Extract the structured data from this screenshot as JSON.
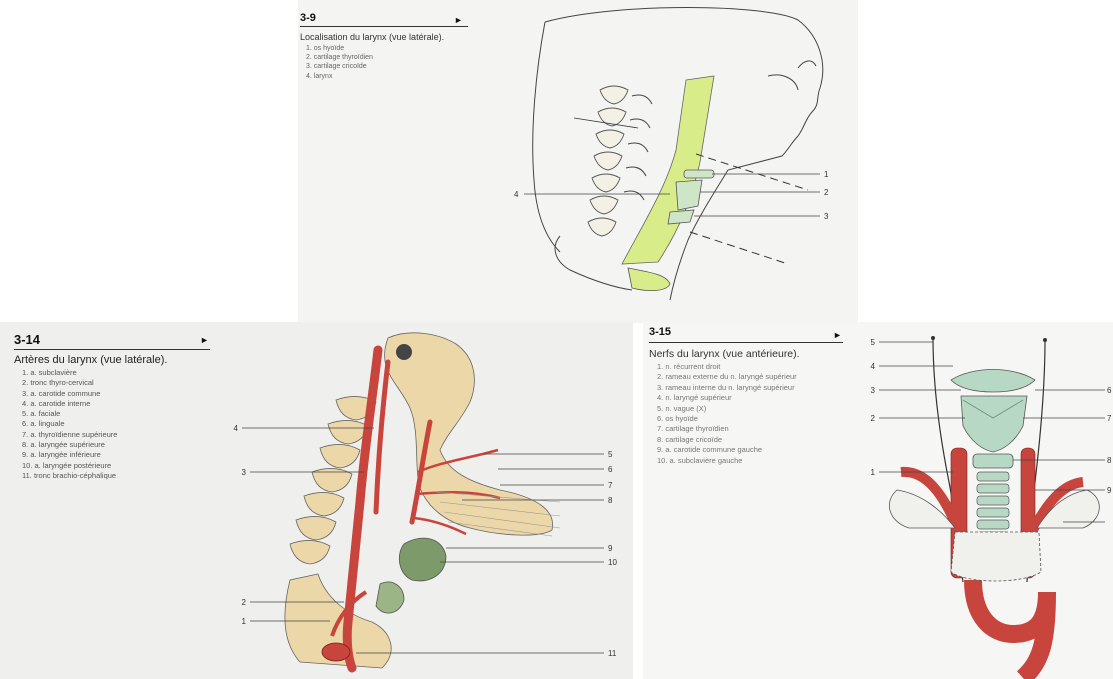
{
  "figures": [
    {
      "number": "3-9",
      "arrow": "►",
      "title": "Localisation du larynx (vue latérale).",
      "legend": [
        "1. os hyoïde",
        "2. cartilage thyroïdien",
        "3. cartilage cricoïde",
        "4. larynx"
      ],
      "callouts": [
        "1",
        "2",
        "3",
        "4"
      ]
    },
    {
      "number": "3-14",
      "arrow": "►",
      "title": "Artères du larynx (vue latérale).",
      "legend": [
        "1. a. subclavière",
        "2. tronc thyro-cervical",
        "3. a. carotide commune",
        "4. a. carotide interne",
        "5. a. faciale",
        "6. a. linguale",
        "7. a. thyroïdienne supérieure",
        "8. a. laryngée supérieure",
        "9. a. laryngée inférieure",
        "10. a. laryngée postérieure",
        "11. tronc brachio-céphalique"
      ],
      "callouts": [
        "4",
        "3",
        "2",
        "1",
        "5",
        "6",
        "7",
        "8",
        "9",
        "10",
        "11"
      ]
    },
    {
      "number": "3-15",
      "arrow": "►",
      "title": "Nerfs du larynx (vue antérieure).",
      "legend": [
        "1. n. récurrent droit",
        "2. rameau externe du n. laryngé supérieur",
        "3. rameau interne du n. laryngé supérieur",
        "4. n. laryngé supérieur",
        "5. n. vague (X)",
        "6. os hyoïde",
        "7. cartilage thyroïdien",
        "8. cartilage cricoïde",
        "9. a. carotide commune gauche",
        "10. a. subclavière gauche"
      ],
      "callouts": [
        "5",
        "4",
        "3",
        "2",
        "1",
        "6",
        "7",
        "8",
        "9"
      ]
    }
  ],
  "colors": {
    "larynx_green": "#d8ec8a",
    "artery_red": "#c8453e",
    "cartilage_green": "#b8d8c6",
    "bone_tan": "#ecd7a8",
    "gland_olive": "#7c9a6a"
  }
}
